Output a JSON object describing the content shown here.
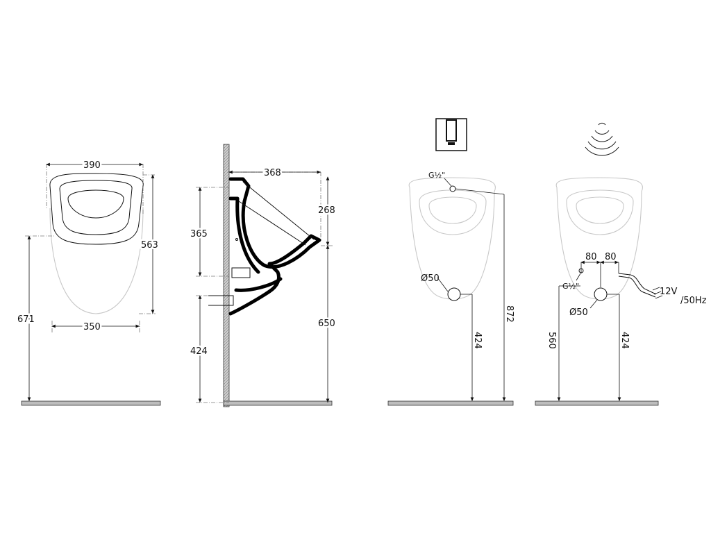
{
  "views": {
    "front": {
      "dim_width_top": "390",
      "dim_width_bottom": "350",
      "dim_height": "563",
      "dim_rim_height": "671"
    },
    "side": {
      "dim_depth": "368",
      "dim_inlet_drop": "268",
      "dim_upper": "365",
      "dim_total": "650",
      "dim_outlet_height": "424"
    },
    "flush_panel": {
      "inlet_label": "G½\"",
      "outlet_label": "Ø50",
      "dim_outlet": "424",
      "dim_inlet": "872"
    },
    "sensor": {
      "inlet_label": "G½\"",
      "outlet_label": "Ø50",
      "dim_left_offset": "80",
      "dim_right_offset": "80",
      "voltage": "12V",
      "frequency": "/50Hz",
      "dim_inlet": "560",
      "dim_outlet": "424"
    }
  },
  "icons": {
    "panel": "flush-panel-icon",
    "sensor": "sensor-wave-icon"
  }
}
